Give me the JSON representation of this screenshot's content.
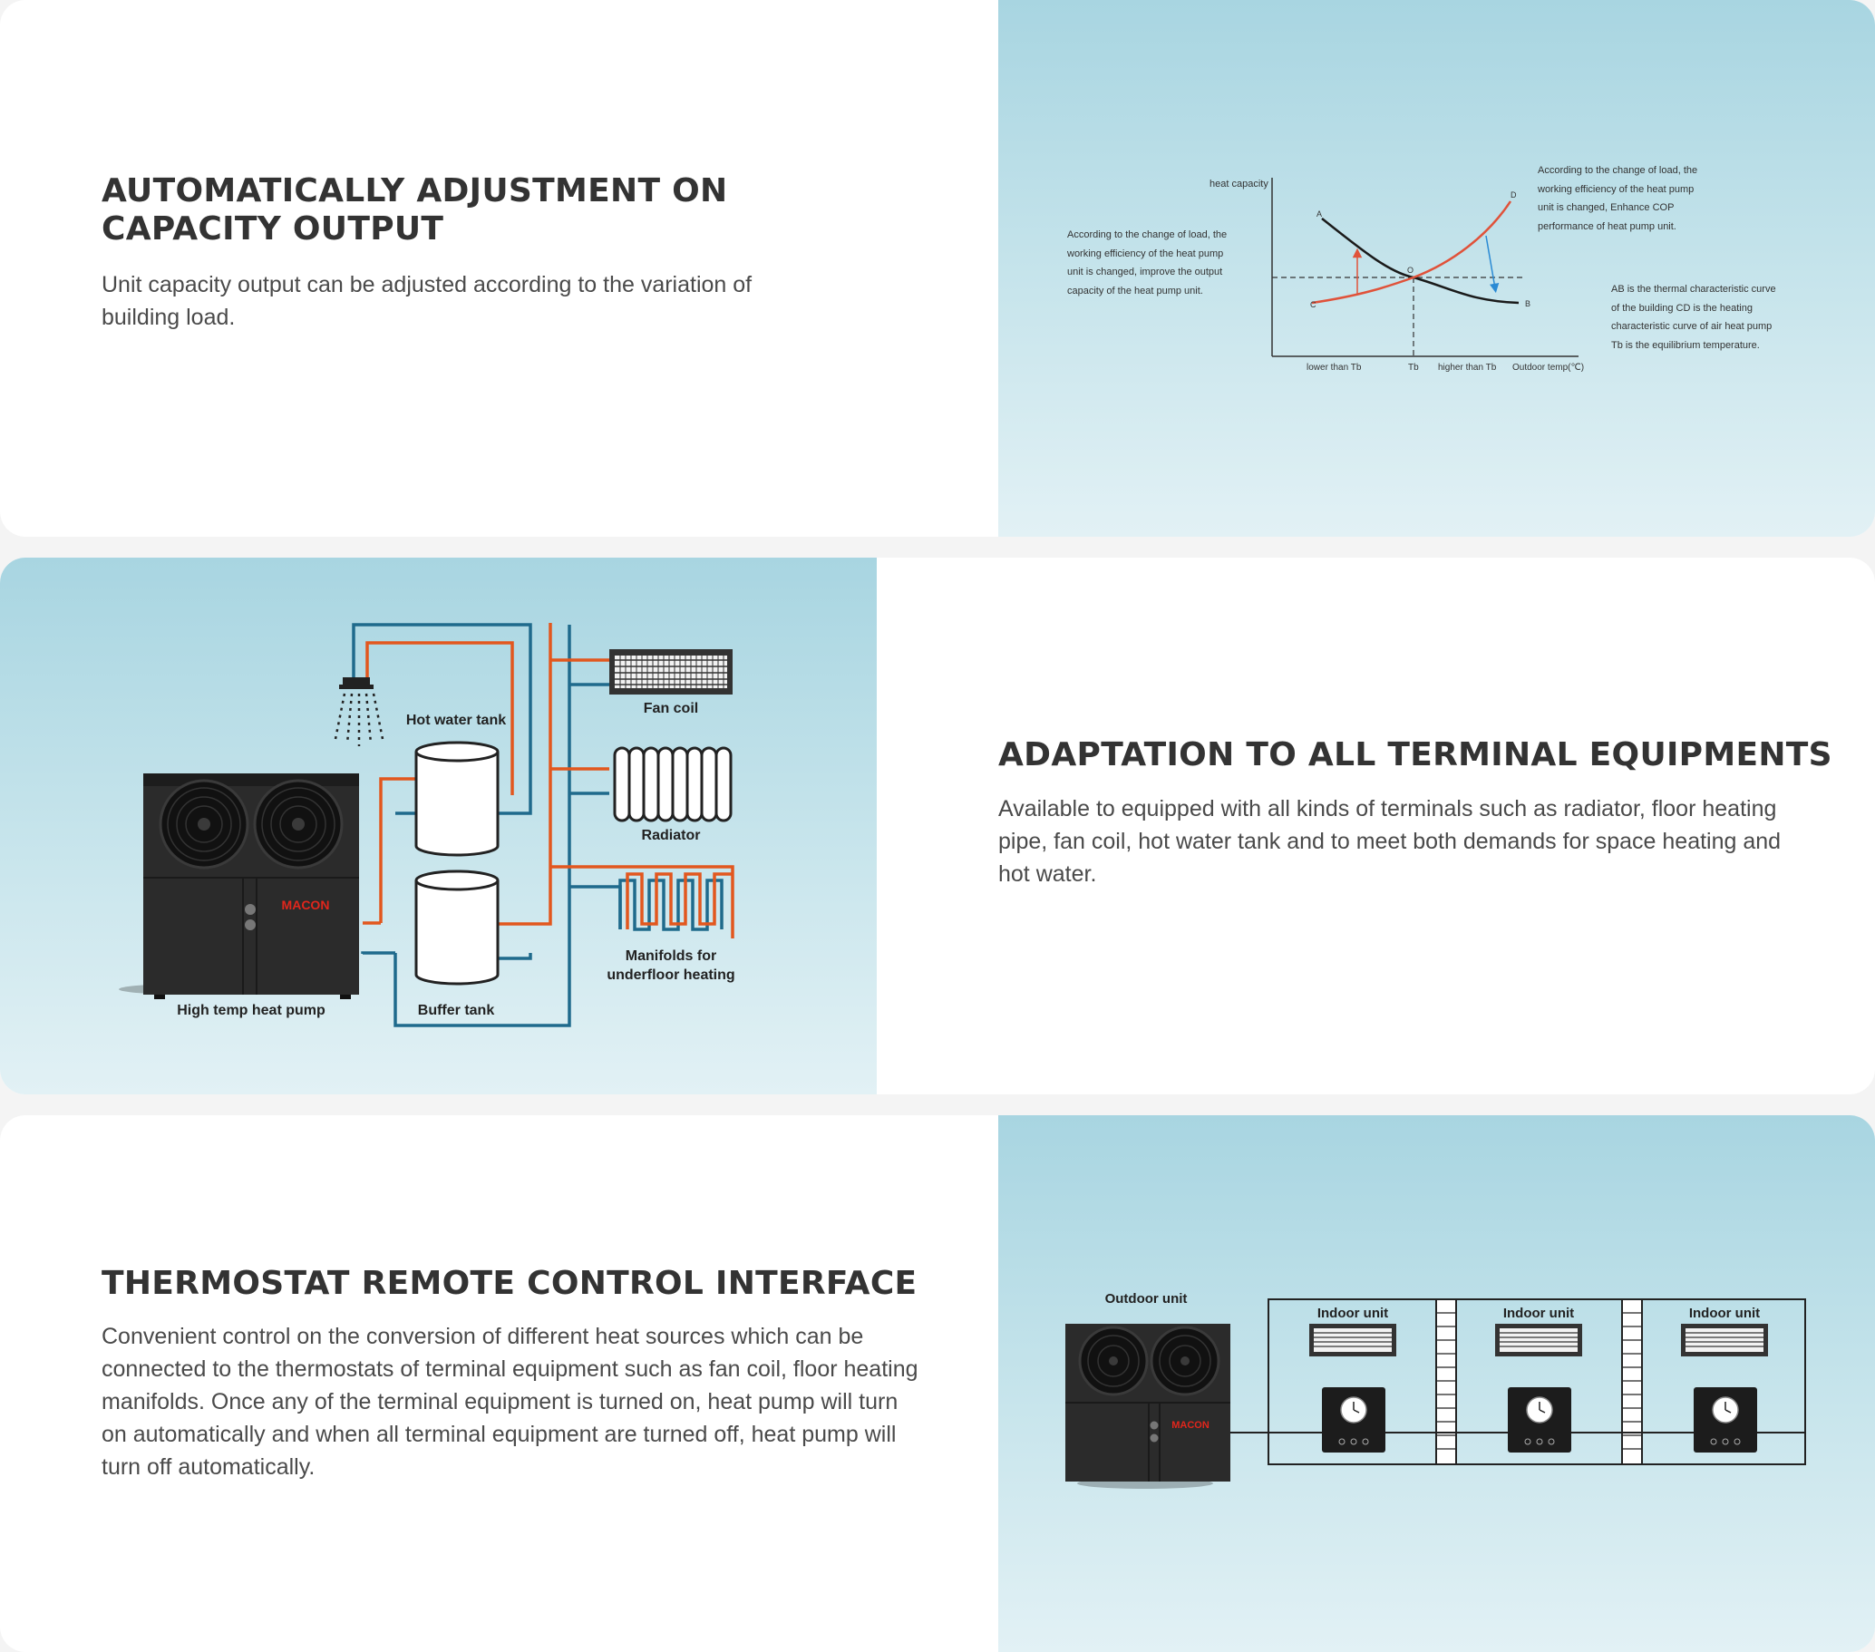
{
  "section1": {
    "title_line1": "AUTOMATICALLY ADJUSTMENT ON",
    "title_line2": "CAPACITY OUTPUT",
    "desc_line1": "Unit capacity output can be adjusted according to the variation of",
    "desc_line2": "building load.",
    "graph": {
      "y_axis_label": "heat capacity",
      "x_axis_label": "Outdoor temp(℃)",
      "tick_left": "lower than Tb",
      "tick_mid": "Tb",
      "tick_right": "higher than Tb",
      "point_a": "A",
      "point_b": "B",
      "point_c": "C",
      "point_d": "D",
      "point_o": "O",
      "note_left": [
        "According to the change of load, the",
        "working efficiency of the heat pump",
        "unit is changed, improve the output",
        "capacity of the heat pump unit."
      ],
      "note_top": [
        "According to the change of load,  the",
        "working efficiency of the heat pump",
        "unit is changed, Enhance COP",
        "performance of heat pump unit."
      ],
      "note_right": [
        "AB is the thermal characteristic curve",
        "of the building CD is the heating",
        "characteristic curve of air heat pump",
        "Tb is the equilibrium temperature."
      ],
      "colors": {
        "heating_curve": "#e0523a",
        "building_curve": "#1a1a1a",
        "arrow_down": "#2a8ad4"
      }
    }
  },
  "section2": {
    "title": "ADAPTATION TO ALL TERMINAL EQUIPMENTS",
    "desc_line1": "Available to equipped with all kinds of terminals such as radiator, floor heating",
    "desc_line2": "pipe, fan coil, hot water tank and to meet both demands for space heating and",
    "desc_line3": "hot water.",
    "diagram": {
      "hot_water_tank": "Hot water tank",
      "fan_coil": "Fan coil",
      "radiator": "Radiator",
      "manifolds_line1": "Manifolds for",
      "manifolds_line2": "underfloor heating",
      "heat_pump": "High temp heat pump",
      "buffer_tank": "Buffer tank",
      "brand": "MACON",
      "colors": {
        "hot_pipe": "#e2571e",
        "cold_pipe": "#1f6a8c",
        "brand_red": "#e0261c"
      }
    }
  },
  "section3": {
    "title": "THERMOSTAT REMOTE CONTROL INTERFACE",
    "desc_line1": "Convenient control on the conversion of different heat sources which can be",
    "desc_line2": "connected to the thermostats of terminal equipment such as fan coil, floor heating",
    "desc_line3": "manifolds. Once any of the terminal equipment is turned on, heat pump will turn",
    "desc_line4": "on automatically and when all terminal equipment are  turned off, heat pump will",
    "desc_line5": "turn off automatically.",
    "diagram": {
      "outdoor_unit": "Outdoor unit",
      "indoor_unit_1": "Indoor unit",
      "indoor_unit_2": "Indoor unit",
      "indoor_unit_3": "Indoor unit",
      "brand": "MACON"
    }
  }
}
